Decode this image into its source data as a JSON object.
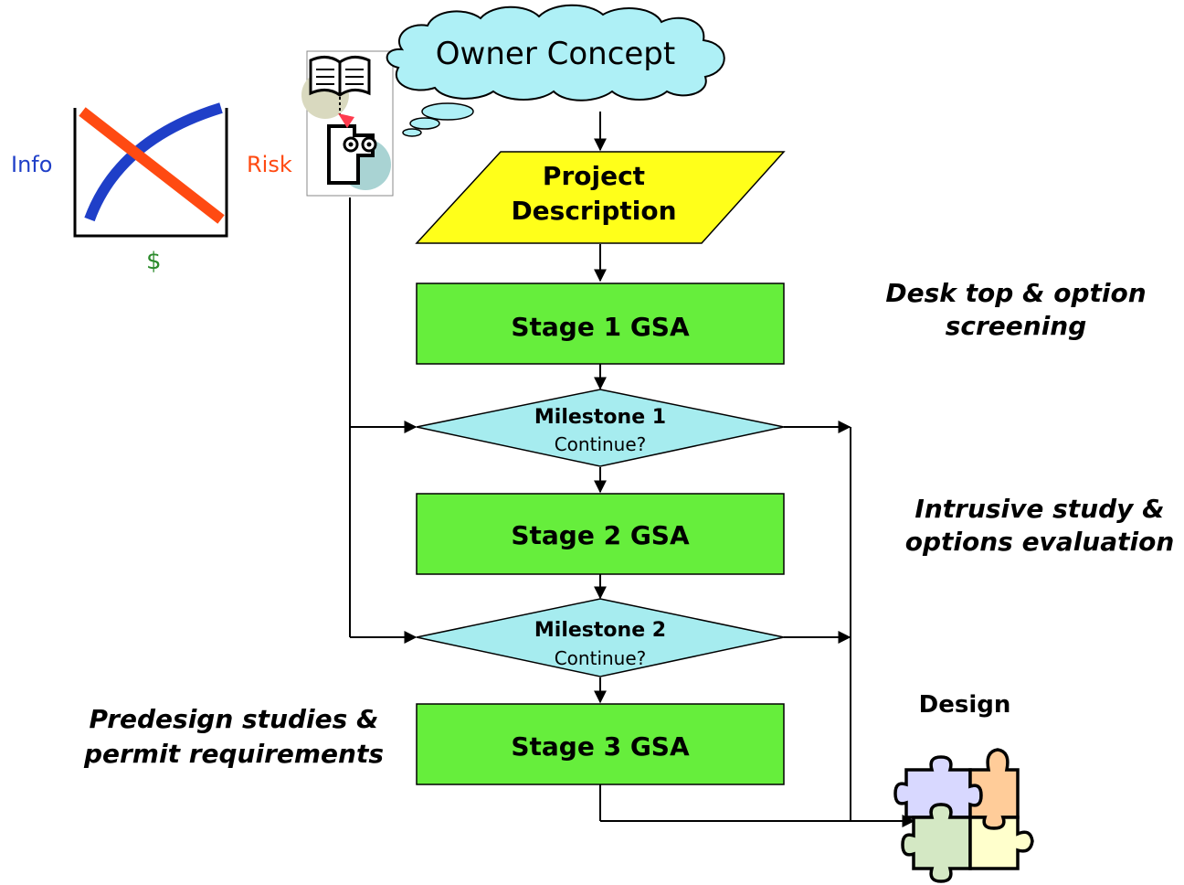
{
  "owner_concept": "Owner Concept",
  "project_description": [
    "Project",
    "Description"
  ],
  "stages": {
    "stage1": "Stage 1 GSA",
    "stage2": "Stage 2 GSA",
    "stage3": "Stage 3 GSA"
  },
  "milestones": {
    "m1": {
      "title": "Milestone 1",
      "question": "Continue?"
    },
    "m2": {
      "title": "Milestone 2",
      "question": "Continue?"
    }
  },
  "notes": {
    "stage1": [
      "Desk top & option",
      "screening"
    ],
    "stage2": [
      "Intrusive study &",
      "options evaluation"
    ],
    "stage3": [
      "Predesign studies &",
      "permit requirements"
    ]
  },
  "design_label": "Design",
  "mini_chart": {
    "left_label": "Info",
    "right_label": "Risk",
    "bottom_label": "$",
    "info_color": "#1f3fc8",
    "risk_color": "#ff4a12",
    "dollar_color": "#2b8a2b"
  },
  "colors": {
    "cloud": "#aef0f6",
    "project": "#ffff1a",
    "stage": "#66ee3c",
    "milestone": "#a6ecef"
  },
  "icons": [
    "book-icon",
    "thinking-person-icon",
    "puzzle-icon"
  ]
}
